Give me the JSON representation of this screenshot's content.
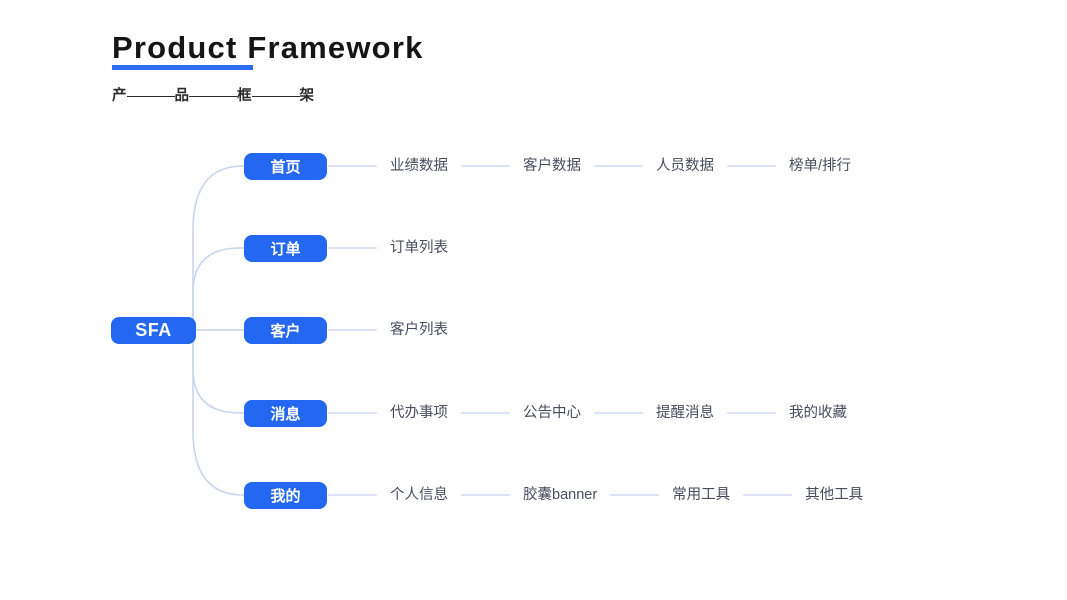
{
  "header": {
    "title": "Product Framework",
    "subtitle_chars": [
      "产",
      "品",
      "框",
      "架"
    ]
  },
  "colors": {
    "node_blue": "#2467F0",
    "underline_blue": "#2E6BF4",
    "trunk_line": "#C9D4F0",
    "leaf_line": "#DCE2F7",
    "leaf_text": "#474D5C",
    "title_color": "#151515",
    "subtitle_color": "#2B2B2B"
  },
  "mindmap": {
    "root": {
      "label": "SFA"
    },
    "branches": [
      {
        "label": "首页",
        "leaves": [
          "业绩数据",
          "客户数据",
          "人员数据",
          "榜单/排行"
        ]
      },
      {
        "label": "订单",
        "leaves": [
          "订单列表"
        ]
      },
      {
        "label": "客户",
        "leaves": [
          "客户列表"
        ]
      },
      {
        "label": "消息",
        "leaves": [
          "代办事项",
          "公告中心",
          "提醒消息",
          "我的收藏"
        ]
      },
      {
        "label": "我的",
        "leaves": [
          "个人信息",
          "胶囊banner",
          "常用工具",
          "其他工具"
        ]
      }
    ]
  }
}
